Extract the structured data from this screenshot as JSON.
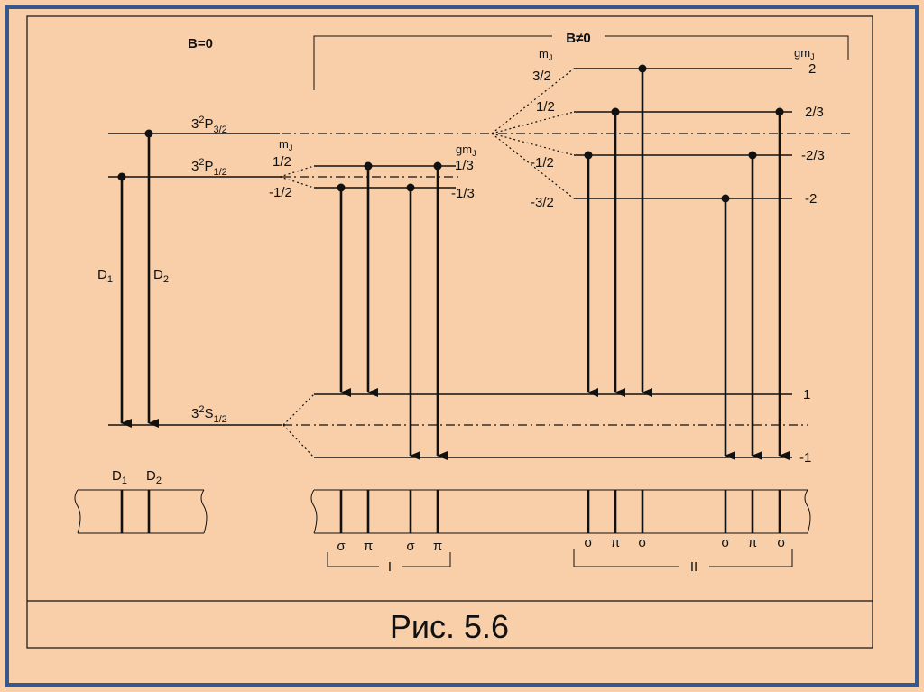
{
  "slide": {
    "background": "#f8cfa9",
    "border_color": "#35598f"
  },
  "caption": "Рис. 5.6",
  "field_off": "B=0",
  "field_on": "B≠0",
  "levels": {
    "p32": "3²P3/2",
    "p12": "3²P1/2",
    "s12": "3²S1/2"
  },
  "transitions": [
    "D1",
    "D2"
  ],
  "headers": {
    "mj": "mJ",
    "gmj": "gmJ"
  },
  "p12_sublevels": {
    "mj": [
      "1/2",
      "-1/2"
    ],
    "gmj": [
      "1/3",
      "-1/3"
    ]
  },
  "p32_sublevels": {
    "mj": [
      "3/2",
      "1/2",
      "-1/2",
      "-3/2"
    ],
    "gmj": [
      "2",
      "2/3",
      "-2/3",
      "-2"
    ]
  },
  "s12_sublevels": {
    "gmj": [
      "1",
      "-1"
    ]
  },
  "spectrum_polarizations_I": [
    "σ",
    "π",
    "σ",
    "π"
  ],
  "spectrum_polarizations_II": [
    "σ",
    "π",
    "σ",
    "σ",
    "π",
    "σ"
  ],
  "group_labels": [
    "I",
    "II"
  ]
}
